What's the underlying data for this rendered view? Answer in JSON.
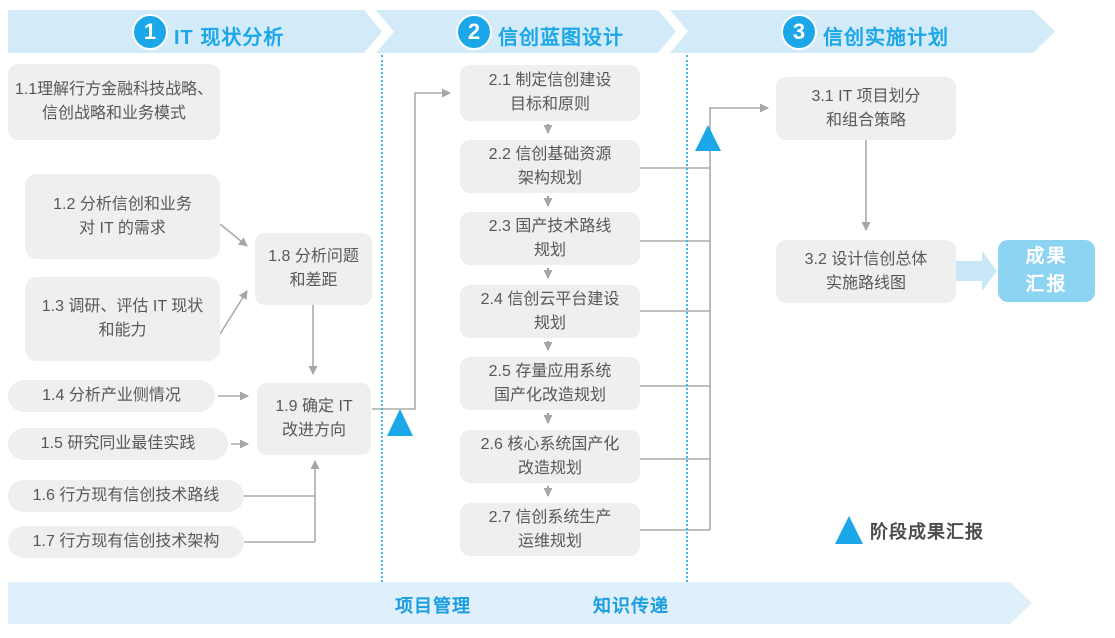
{
  "colors": {
    "accent_blue": "#1ba7e8",
    "banner_band_blue": "#d3eaf8",
    "footer_band_blue": "#dff0fa",
    "box_gray": "#efefef",
    "box_text_gray": "#595757",
    "connector_gray": "#a6a6a6",
    "result_box_blue": "#8dd3f2",
    "thick_arrow_blue": "#c9e7f7",
    "footer_text_blue": "#1b9de2"
  },
  "banner": {
    "phases": [
      {
        "num": "1",
        "title": "IT 现状分析"
      },
      {
        "num": "2",
        "title": "信创蓝图设计"
      },
      {
        "num": "3",
        "title": "信创实施计划"
      }
    ]
  },
  "boxes": {
    "b11": "1.1理解行方金融科技战略、\n信创战略和业务模式",
    "b12": "1.2 分析信创和业务\n对 IT 的需求",
    "b13": "1.3 调研、评估 IT 现状\n和能力",
    "b14": "1.4 分析产业侧情况",
    "b15": "1.5 研究同业最佳实践",
    "b16": "1.6 行方现有信创技术路线",
    "b17": "1.7 行方现有信创技术架构",
    "b18": "1.8 分析问题\n和差距",
    "b19": "1.9 确定 IT\n改进方向",
    "b21": "2.1 制定信创建设\n目标和原则",
    "b22": "2.2 信创基础资源\n架构规划",
    "b23": "2.3 国产技术路线\n规划",
    "b24": "2.4 信创云平台建设\n规划",
    "b25": "2.5 存量应用系统\n国产化改造规划",
    "b26": "2.6 核心系统国产化\n改造规划",
    "b27": "2.7 信创系统生产\n运维规划",
    "b31": "3.1 IT 项目划分\n和组合策略",
    "b32": "3.2 设计信创总体\n实施路线图"
  },
  "result": {
    "label": "成果\n汇报"
  },
  "legend": {
    "label": "阶段成果汇报"
  },
  "footer": {
    "items": [
      {
        "label": "项目管理"
      },
      {
        "label": "知识传递"
      }
    ]
  }
}
